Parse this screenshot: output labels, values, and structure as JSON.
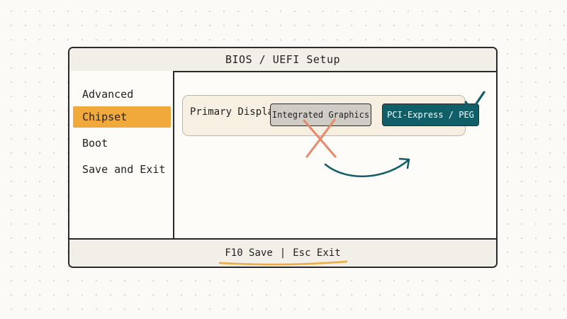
{
  "window": {
    "title": "BIOS / UEFI Setup"
  },
  "sidebar": {
    "items": [
      {
        "label": "Advanced",
        "active": false
      },
      {
        "label": "Chipset",
        "active": true
      },
      {
        "label": "Boot",
        "active": false
      },
      {
        "label": "Save and Exit",
        "active": false
      }
    ]
  },
  "setting": {
    "label": "Primary Display",
    "options": [
      {
        "label": "Integrated Graphics",
        "state": "rejected"
      },
      {
        "label": "PCI-Express / PEG",
        "state": "selected"
      }
    ]
  },
  "footer": {
    "save": "F10 Save",
    "separator": "|",
    "exit": "Esc Exit"
  },
  "colors": {
    "active_menu": "#f0a93a",
    "selected_option": "#0f5e68",
    "cross_mark": "#e8876a",
    "check_mark": "#0f5e68",
    "underline": "#f0a93a"
  },
  "icons": [
    "cross-mark-icon",
    "check-mark-icon",
    "curved-arrow-icon"
  ]
}
